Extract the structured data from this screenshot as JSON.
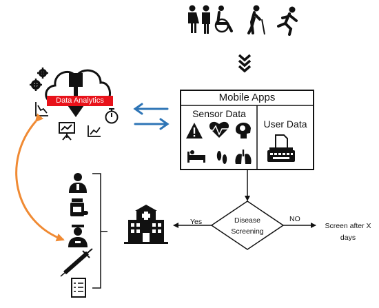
{
  "diagram": {
    "analytics": {
      "label": "Data Analytics",
      "accent_color": "#e8121a"
    },
    "mobile_apps": {
      "title": "Mobile Apps",
      "sensor_title": "Sensor Data",
      "user_title": "User Data"
    },
    "decision": {
      "line1": "Disease",
      "line2": "Screening"
    },
    "branch_yes": "Yes",
    "branch_no": "NO",
    "screen_after": "Screen after X days",
    "colors": {
      "sync_arrows": "#2e75b6",
      "care_arrow": "#f08a33",
      "ink": "#111111"
    },
    "icons": [
      "woman-icon",
      "man-icon",
      "wheelchair-icon",
      "elderly-icon",
      "runner-icon",
      "chevrons-down-icon",
      "gears-icon",
      "cloud-download-icon",
      "stopwatch-icon",
      "chart-icon",
      "presentation-icon",
      "warning-icon",
      "heartbeat-icon",
      "brain-icon",
      "bed-icon",
      "footprints-icon",
      "lungs-icon",
      "typewriter-icon",
      "doctor-icon",
      "pill-bottle-icon",
      "nurse-icon",
      "syringe-icon",
      "checklist-icon",
      "hospital-icon"
    ]
  }
}
